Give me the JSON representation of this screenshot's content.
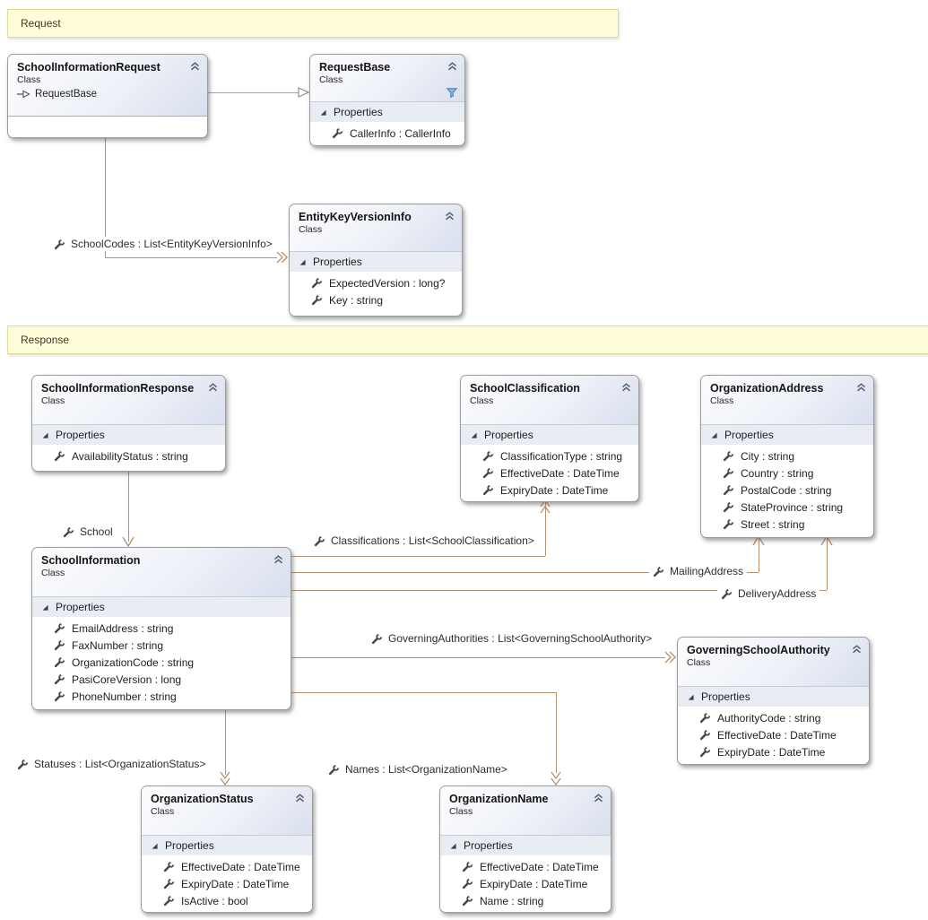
{
  "diagram": {
    "bands": [
      {
        "label": "Request"
      },
      {
        "label": "Response"
      }
    ],
    "section_header": "Properties",
    "classes": [
      {
        "name": "SchoolInformationRequest",
        "kind": "Class",
        "inherits": "RequestBase",
        "properties": []
      },
      {
        "name": "RequestBase",
        "kind": "Class",
        "properties": [
          "CallerInfo : CallerInfo"
        ]
      },
      {
        "name": "EntityKeyVersionInfo",
        "kind": "Class",
        "properties": [
          "ExpectedVersion : long?",
          "Key : string"
        ]
      },
      {
        "name": "SchoolInformationResponse",
        "kind": "Class",
        "properties": [
          "AvailabilityStatus : string"
        ]
      },
      {
        "name": "SchoolClassification",
        "kind": "Class",
        "properties": [
          "ClassificationType : string",
          "EffectiveDate : DateTime",
          "ExpiryDate : DateTime"
        ]
      },
      {
        "name": "OrganizationAddress",
        "kind": "Class",
        "properties": [
          "City : string",
          "Country : string",
          "PostalCode : string",
          "StateProvince : string",
          "Street : string"
        ]
      },
      {
        "name": "SchoolInformation",
        "kind": "Class",
        "properties": [
          "EmailAddress : string",
          "FaxNumber : string",
          "OrganizationCode : string",
          "PasiCoreVersion : long",
          "PhoneNumber : string"
        ]
      },
      {
        "name": "GoverningSchoolAuthority",
        "kind": "Class",
        "properties": [
          "AuthorityCode : string",
          "EffectiveDate : DateTime",
          "ExpiryDate : DateTime"
        ]
      },
      {
        "name": "OrganizationStatus",
        "kind": "Class",
        "properties": [
          "EffectiveDate : DateTime",
          "ExpiryDate : DateTime",
          "IsActive : bool"
        ]
      },
      {
        "name": "OrganizationName",
        "kind": "Class",
        "properties": [
          "EffectiveDate : DateTime",
          "ExpiryDate : DateTime",
          "Name : string"
        ]
      }
    ],
    "associations": [
      {
        "label": "SchoolCodes : List<EntityKeyVersionInfo>"
      },
      {
        "label": "School"
      },
      {
        "label": "Classifications : List<SchoolClassification>"
      },
      {
        "label": "MailingAddress"
      },
      {
        "label": "DeliveryAddress"
      },
      {
        "label": "GoverningAuthorities : List<GoverningSchoolAuthority>"
      },
      {
        "label": "Statuses : List<OrganizationStatus>"
      },
      {
        "label": "Names : List<OrganizationName>"
      }
    ],
    "colors": {
      "connector": "#b98f6e",
      "inheritance": "#a6a6a6",
      "band_fill": "#fffcd9",
      "band_border": "#dedc9a",
      "filter_icon": "#4a7ab5"
    }
  }
}
